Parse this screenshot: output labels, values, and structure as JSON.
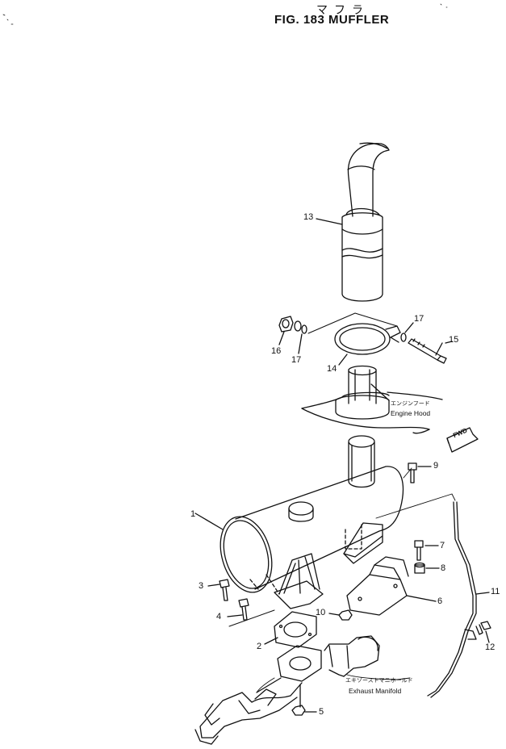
{
  "figure": {
    "title_jp": "マフラ",
    "title": "FIG. 183  MUFFLER"
  },
  "callouts": {
    "c1": "1",
    "c2": "2",
    "c3": "3",
    "c4": "4",
    "c5": "5",
    "c6": "6",
    "c7": "7",
    "c8": "8",
    "c9": "9",
    "c10": "10",
    "c11": "11",
    "c12": "12",
    "c13": "13",
    "c14": "14",
    "c15": "15",
    "c16": "16",
    "c17a": "17",
    "c17b": "17"
  },
  "notes": {
    "engine_hood_jp": "エンジンフード",
    "engine_hood": "Engine Hood",
    "exhaust_manifold_jp": "エキゾーストマニホールド",
    "exhaust_manifold": "Exhaust Manifold",
    "fwd": "FWD"
  }
}
